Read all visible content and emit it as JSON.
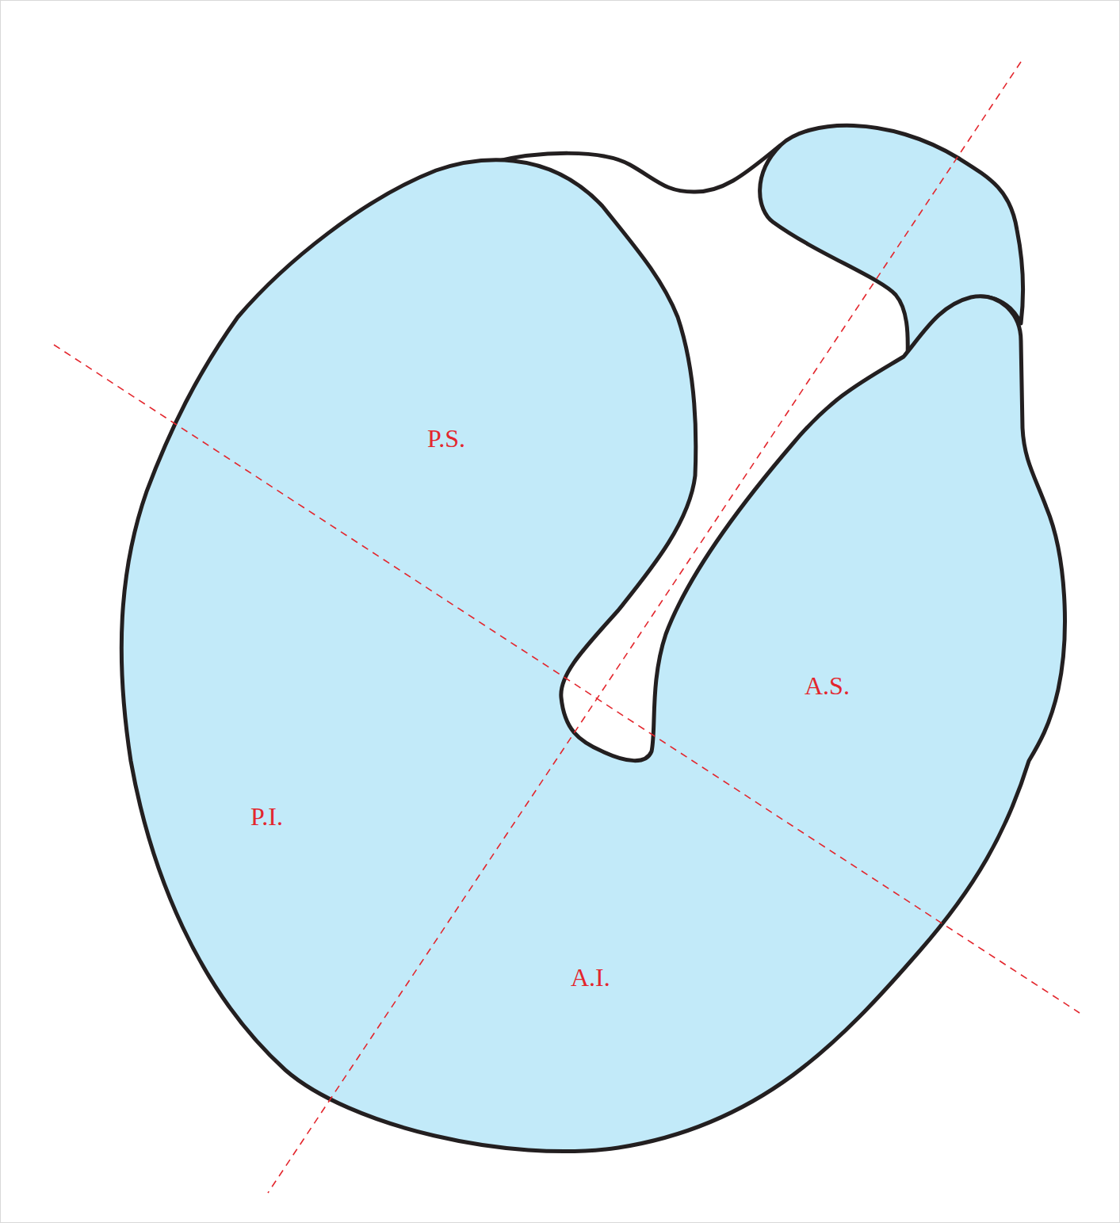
{
  "diagram": {
    "labels": [
      "P.S.",
      "P.I.",
      "A.I.",
      "A.S."
    ]
  }
}
